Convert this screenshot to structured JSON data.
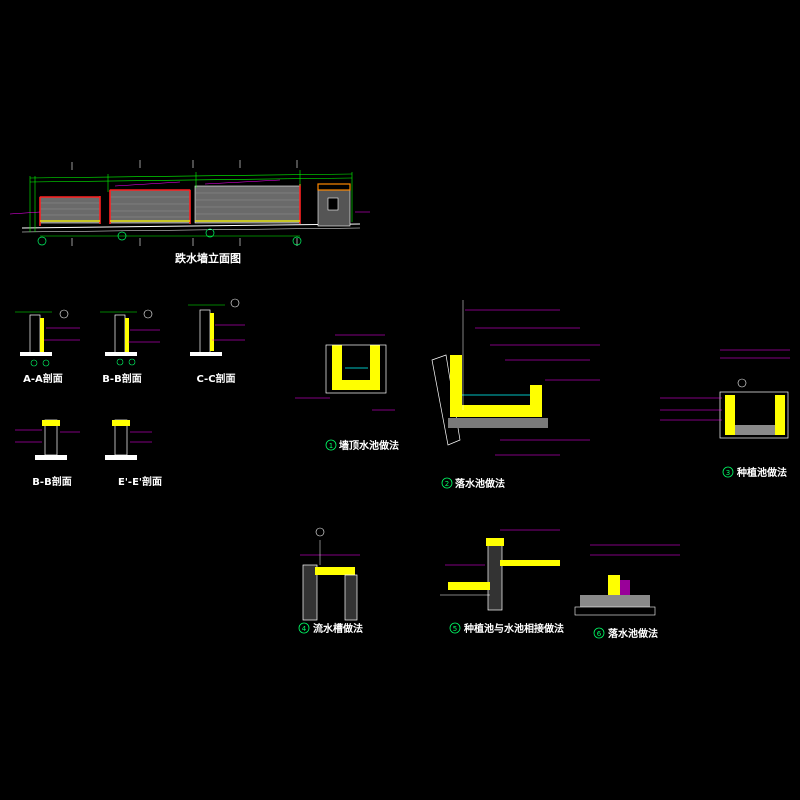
{
  "colors": {
    "background": "#000000",
    "outline": "#ffffff",
    "dim_green": "#00ff00",
    "leader_magenta": "#ff00ff",
    "wall_red": "#ff2020",
    "fill_yellow": "#ffff00",
    "stone_gray": "#707070",
    "marker_green": "#00ff66"
  },
  "drawing": {
    "elevation_title": "跌水墙立面图",
    "sections": {
      "aa": "A-A剖面",
      "bb": "B-B剖面",
      "cc": "C-C剖面",
      "dd": "B-B剖面",
      "ee": "E'-E'剖面"
    },
    "details": {
      "d1": "墙顶水池做法",
      "d2": "落水池做法",
      "d3": "种植池做法",
      "d4": "流水槽做法",
      "d5": "种植池与水池相接做法",
      "d6": "落水池做法"
    },
    "markers": {
      "d1": "1",
      "d2": "2",
      "d3": "3",
      "d4": "4",
      "d5": "5",
      "d6": "6"
    }
  }
}
